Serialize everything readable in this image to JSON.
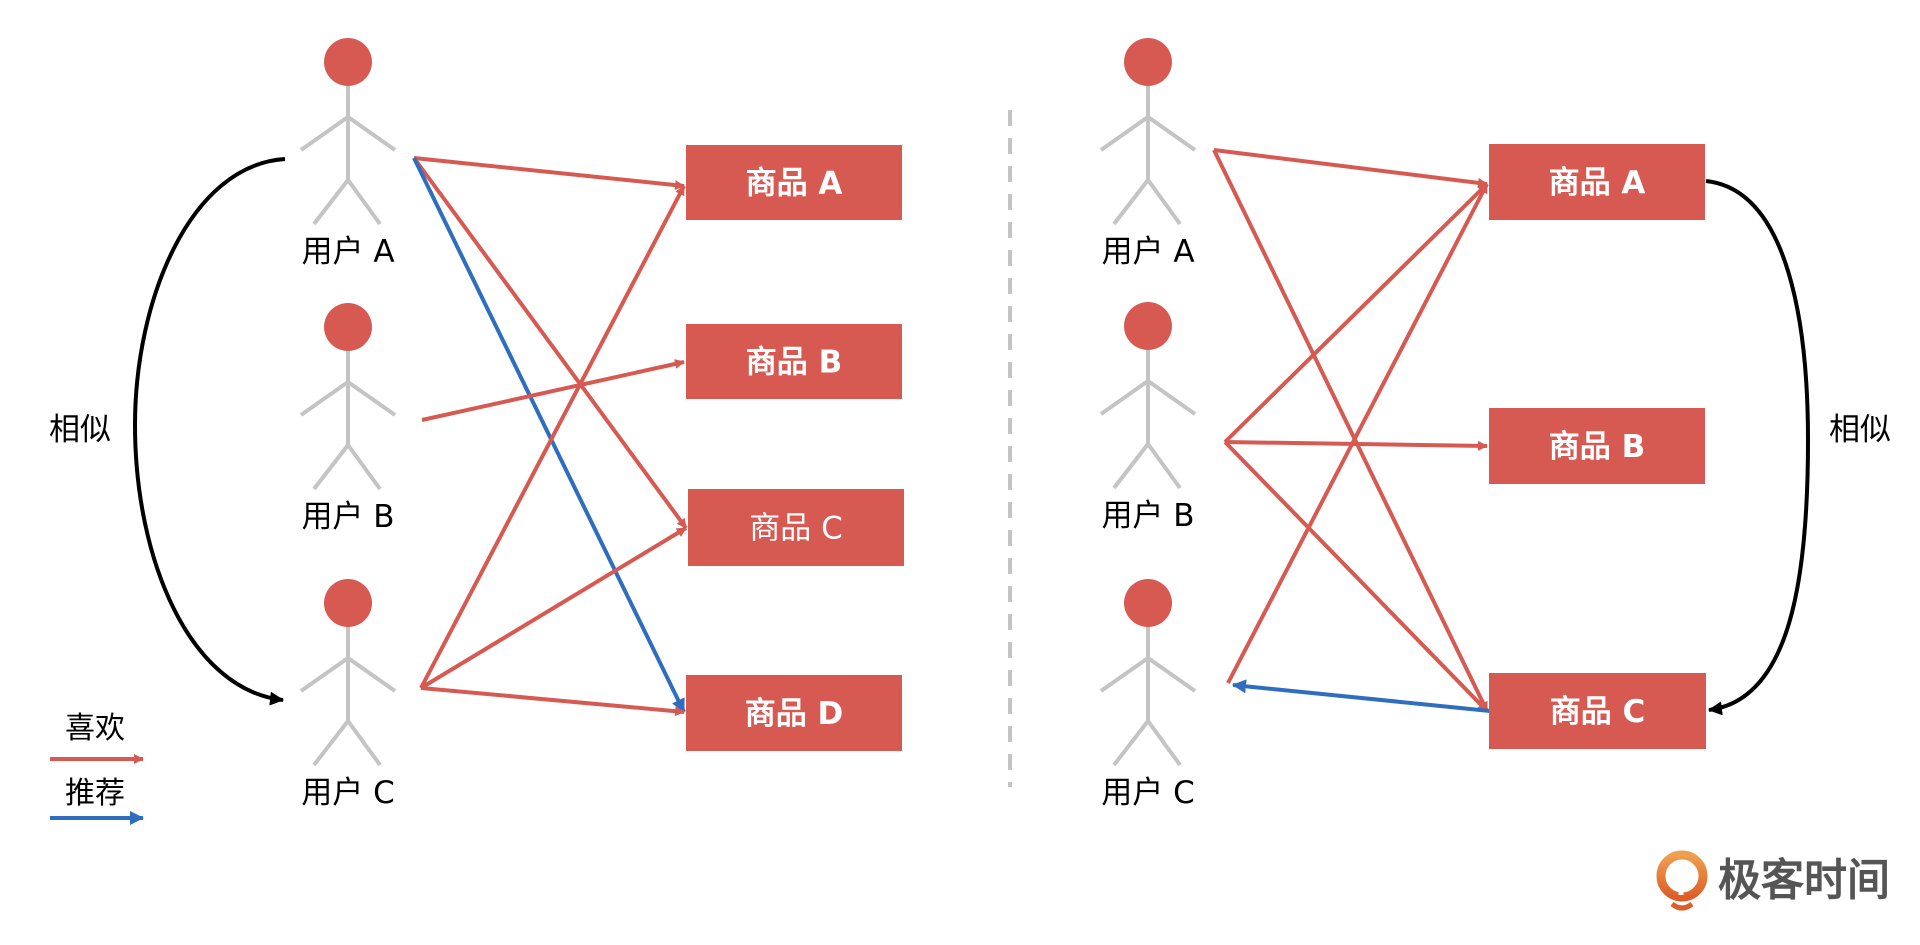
{
  "colors": {
    "like": "#d65a52",
    "recommend": "#2f6ebf",
    "head": "#d65a52",
    "body": "#c4c4c4",
    "item_fill": "#d65a52",
    "similar": "#000000",
    "divider": "#c4c4c4"
  },
  "legend": {
    "like_label": "喜欢",
    "recommend_label": "推荐"
  },
  "left_panel": {
    "title": "user-based",
    "similar_label": "相似",
    "similar_between": [
      "user_a",
      "user_c"
    ],
    "users": [
      {
        "id": "user_a",
        "label": "用户 A"
      },
      {
        "id": "user_b",
        "label": "用户 B"
      },
      {
        "id": "user_c",
        "label": "用户 C"
      }
    ],
    "items": [
      {
        "id": "item_a",
        "label": "商品 A",
        "bold": true
      },
      {
        "id": "item_b",
        "label": "商品 B",
        "bold": true
      },
      {
        "id": "item_c",
        "label": "商品 C",
        "bold": false
      },
      {
        "id": "item_d",
        "label": "商品 D",
        "bold": true
      }
    ],
    "edges": [
      {
        "from": "user_a",
        "to": "item_a",
        "type": "like"
      },
      {
        "from": "user_a",
        "to": "item_c",
        "type": "like"
      },
      {
        "from": "user_a",
        "to": "item_d",
        "type": "recommend"
      },
      {
        "from": "user_b",
        "to": "item_b",
        "type": "like"
      },
      {
        "from": "user_c",
        "to": "item_a",
        "type": "like"
      },
      {
        "from": "user_c",
        "to": "item_c",
        "type": "like"
      },
      {
        "from": "user_c",
        "to": "item_d",
        "type": "like"
      }
    ]
  },
  "right_panel": {
    "title": "item-based",
    "similar_label": "相似",
    "similar_between": [
      "item_a",
      "item_c"
    ],
    "users": [
      {
        "id": "user_a",
        "label": "用户 A"
      },
      {
        "id": "user_b",
        "label": "用户 B"
      },
      {
        "id": "user_c",
        "label": "用户 C"
      }
    ],
    "items": [
      {
        "id": "item_a",
        "label": "商品 A",
        "bold": true
      },
      {
        "id": "item_b",
        "label": "商品 B",
        "bold": true
      },
      {
        "id": "item_c",
        "label": "商品 C",
        "bold": true
      }
    ],
    "edges": [
      {
        "from": "user_a",
        "to": "item_a",
        "type": "like"
      },
      {
        "from": "user_a",
        "to": "item_c",
        "type": "like"
      },
      {
        "from": "user_b",
        "to": "item_a",
        "type": "like"
      },
      {
        "from": "user_b",
        "to": "item_b",
        "type": "like"
      },
      {
        "from": "user_b",
        "to": "item_c",
        "type": "like"
      },
      {
        "from": "user_c",
        "to": "item_a",
        "type": "like"
      },
      {
        "from": "item_c",
        "to": "user_c",
        "type": "recommend"
      }
    ]
  },
  "logo": {
    "text": "极客时间"
  }
}
